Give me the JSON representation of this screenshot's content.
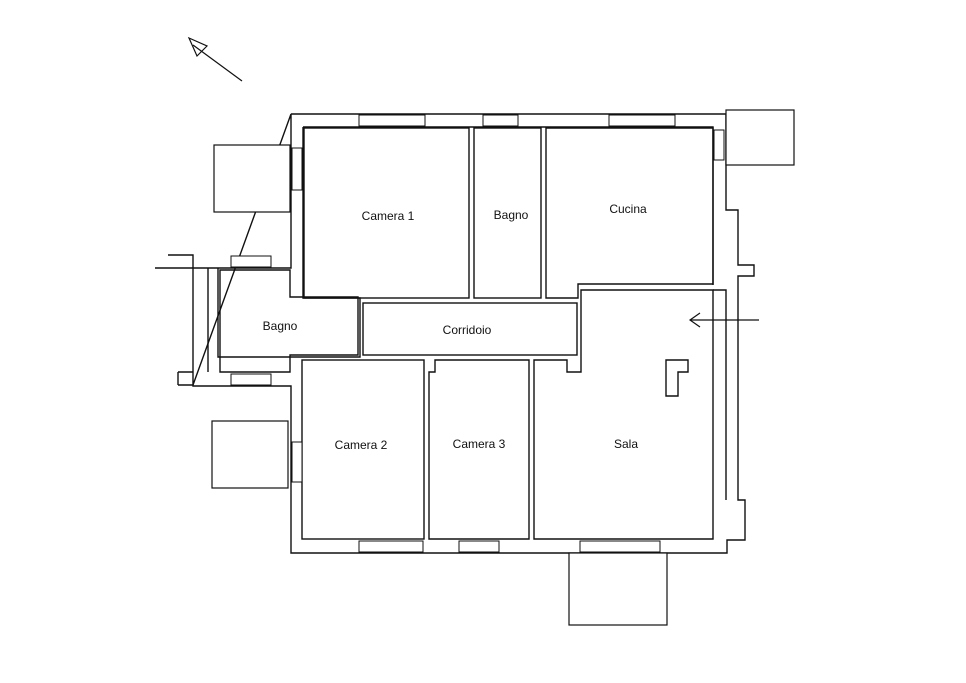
{
  "rooms": {
    "camera1": "Camera 1",
    "bagno_top": "Bagno",
    "cucina": "Cucina",
    "bagno_left": "Bagno",
    "corridoio": "Corridoio",
    "camera2": "Camera 2",
    "camera3": "Camera 3",
    "sala": "Sala"
  },
  "colors": {
    "line": "#111111",
    "background": "#ffffff"
  },
  "icons": {
    "north": "north-arrow-icon",
    "entrance": "entrance-arrow-icon"
  }
}
